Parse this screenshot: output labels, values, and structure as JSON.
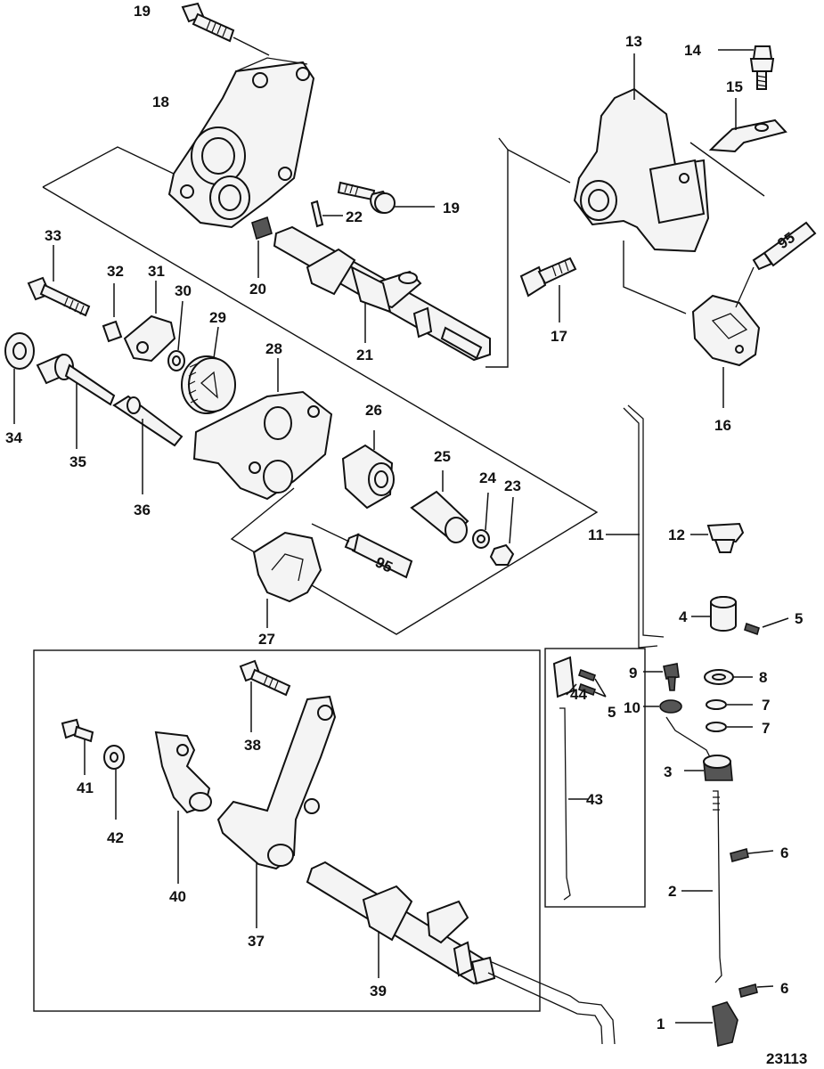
{
  "diagram": {
    "figure_number": "23113",
    "labels": {
      "l1": "1",
      "l2": "2",
      "l3": "3",
      "l4": "4",
      "l5a": "5",
      "l5b": "5",
      "l6a": "6",
      "l6b": "6",
      "l7a": "7",
      "l7b": "7",
      "l8": "8",
      "l9": "9",
      "l10": "10",
      "l11": "11",
      "l12": "12",
      "l13": "13",
      "l14": "14",
      "l15": "15",
      "l16": "16",
      "l17": "17",
      "l18": "18",
      "l19a": "19",
      "l19b": "19",
      "l20": "20",
      "l21": "21",
      "l22": "22",
      "l23": "23",
      "l24": "24",
      "l25": "25",
      "l26": "26",
      "l27": "27",
      "l28": "28",
      "l29": "29",
      "l30": "30",
      "l31": "31",
      "l32": "32",
      "l33": "33",
      "l34": "34",
      "l35": "35",
      "l36": "36",
      "l37": "37",
      "l38": "38",
      "l39": "39",
      "l40": "40",
      "l41": "41",
      "l42": "42",
      "l43": "43",
      "l44": "44"
    },
    "lubricant_tubes": {
      "upper": "95",
      "lower": "95"
    }
  }
}
